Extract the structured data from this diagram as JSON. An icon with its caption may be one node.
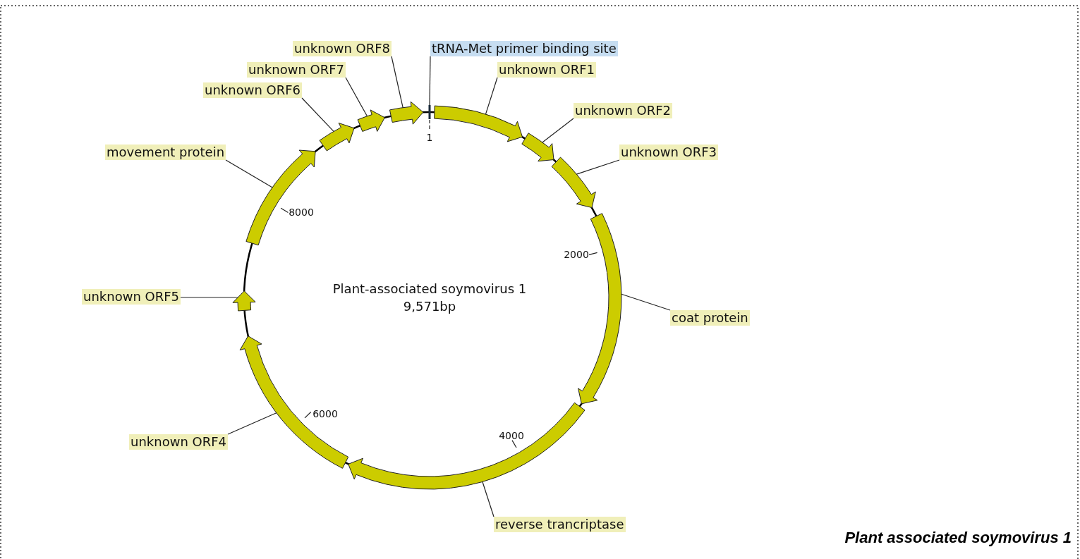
{
  "diagram": {
    "caption": "Plant associated soymovirus 1",
    "nodes": [
      {
        "text": [
          "unknown ORF8"
        ]
      },
      {
        "text": [
          "tRNA-Met primer binding site"
        ]
      },
      {
        "text": [
          "unknown ORF7"
        ]
      },
      {
        "text": [
          "unknown ORF1"
        ]
      },
      {
        "text": [
          "unknown ORF6"
        ]
      },
      {
        "text": [
          "unknown ORF2"
        ]
      },
      {
        "text": [
          "movement protein"
        ]
      },
      {
        "text": [
          "unknown ORF3"
        ]
      },
      {
        "text": [
          "unknown ORF5"
        ]
      },
      {
        "text": [
          "coat protein"
        ]
      },
      {
        "text": [
          "unknown ORF4"
        ]
      },
      {
        "text": [
          "reverse trancriptase"
        ]
      },
      {
        "text": [],
        "shape": "bar"
      },
      {
        "text": [],
        "shape": "arrow"
      },
      {
        "text": [],
        "shape": "arrow"
      },
      {
        "text": [],
        "shape": "arrow"
      },
      {
        "text": [],
        "shape": "arrow"
      },
      {
        "text": [],
        "shape": "arrow"
      },
      {
        "text": [],
        "shape": "arrow"
      },
      {
        "text": [],
        "shape": "arrow"
      },
      {
        "text": [],
        "shape": "arrow"
      },
      {
        "text": [],
        "shape": "arrow"
      },
      {
        "text": [],
        "shape": "arrow"
      },
      {
        "text": [],
        "shape": "arrow"
      }
    ],
    "edges": [
      {
        "from": 0,
        "to": 23,
        "arrow": "none"
      },
      {
        "from": 1,
        "to": 12,
        "arrow": "none"
      },
      {
        "from": 2,
        "to": 22,
        "arrow": "none"
      },
      {
        "from": 3,
        "to": 13,
        "arrow": "none"
      },
      {
        "from": 4,
        "to": 21,
        "arrow": "none"
      },
      {
        "from": 5,
        "to": 14,
        "arrow": "none"
      },
      {
        "from": 6,
        "to": 20,
        "arrow": "none"
      },
      {
        "from": 7,
        "to": 15,
        "arrow": "none"
      },
      {
        "from": 8,
        "to": 19,
        "arrow": "none"
      },
      {
        "from": 9,
        "to": 16,
        "arrow": "none"
      },
      {
        "from": 10,
        "to": 18,
        "arrow": "none"
      },
      {
        "from": 11,
        "to": 17,
        "arrow": "none"
      }
    ],
    "labels": [
      "1",
      "8000",
      "2000",
      "Plant-associated soymovirus 1",
      "9,571bp",
      "6000",
      "4000"
    ]
  }
}
